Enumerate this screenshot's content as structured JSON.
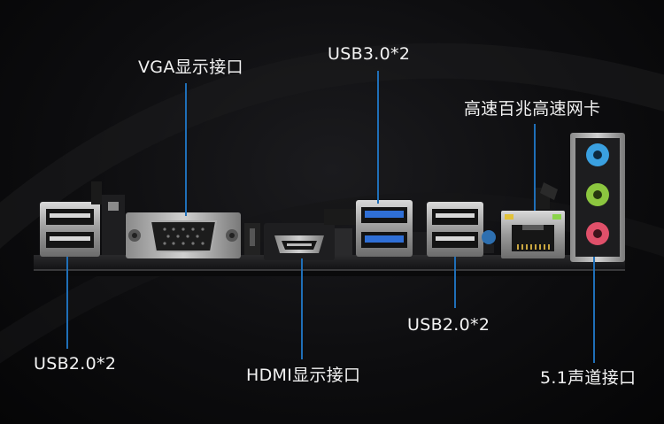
{
  "labels": {
    "vga": "VGA显示接口",
    "usb30": "USB3.0*2",
    "lan": "高速百兆高速网卡",
    "usb20_left": "USB2.0*2",
    "hdmi": "HDMI显示接口",
    "usb20_right": "USB2.0*2",
    "audio": "5.1声道接口"
  },
  "colors": {
    "background": "#0d0d0f",
    "leader": "#1f6fb8",
    "label_text": "#f2f2f2",
    "usb3_blue": "#2f6fd6",
    "audio_blue": "#3aa0e0",
    "audio_green": "#8cc63f",
    "audio_pink": "#e0506a"
  }
}
